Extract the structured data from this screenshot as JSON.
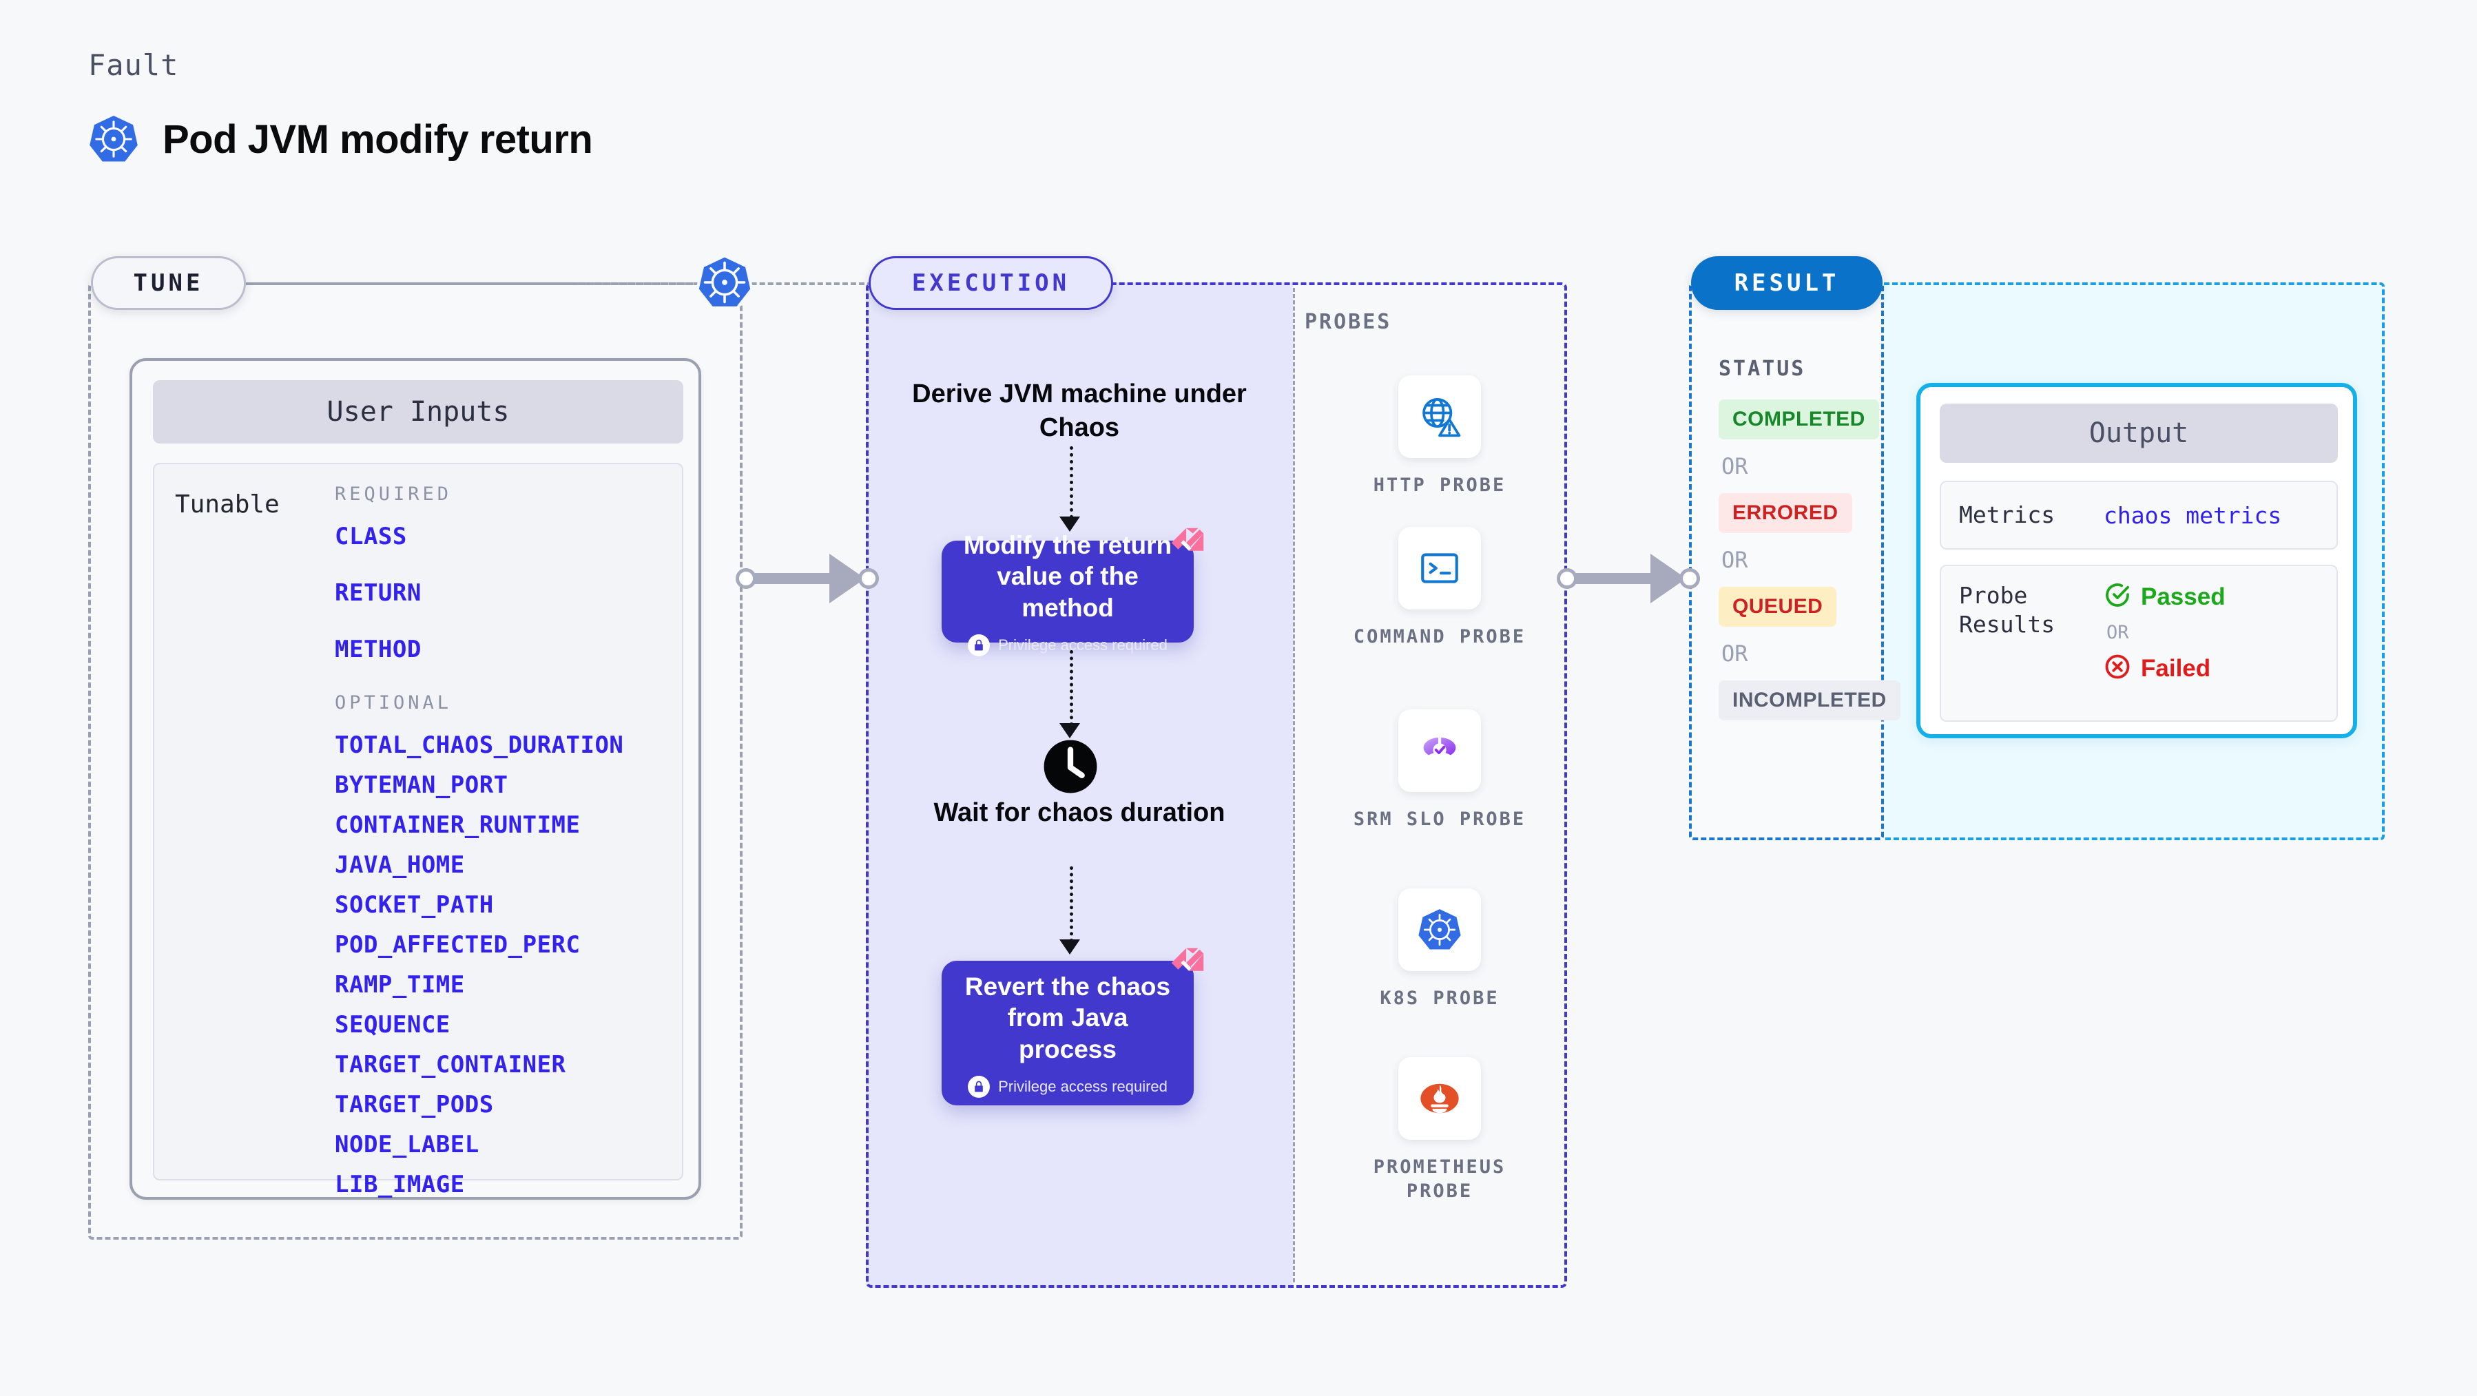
{
  "header": {
    "kicker": "Fault",
    "title": "Pod JVM modify return",
    "icon": "kubernetes-icon"
  },
  "stages": {
    "tune": "TUNE",
    "execution": "EXECUTION",
    "result": "RESULT"
  },
  "tune": {
    "card_title": "User Inputs",
    "tunable_label": "Tunable",
    "required_label": "REQUIRED",
    "optional_label": "OPTIONAL",
    "required": [
      "CLASS",
      "RETURN",
      "METHOD"
    ],
    "optional": [
      "TOTAL_CHAOS_DURATION",
      "BYTEMAN_PORT",
      "CONTAINER_RUNTIME",
      "JAVA_HOME",
      "SOCKET_PATH",
      "POD_AFFECTED_PERC",
      "RAMP_TIME",
      "SEQUENCE",
      "TARGET_CONTAINER",
      "TARGET_PODS",
      "NODE_LABEL",
      "LIB_IMAGE"
    ]
  },
  "execution": {
    "step_derive": "Derive JVM machine under Chaos",
    "action_modify": "Modify the return value of the method",
    "step_wait": "Wait for chaos duration",
    "action_revert": "Revert the chaos from Java process",
    "privilege_note": "Privilege access required"
  },
  "probes": {
    "label": "PROBES",
    "items": [
      {
        "name": "HTTP PROBE",
        "icon": "globe-warning-icon"
      },
      {
        "name": "COMMAND PROBE",
        "icon": "terminal-icon"
      },
      {
        "name": "SRM SLO PROBE",
        "icon": "srm-slo-icon"
      },
      {
        "name": "K8S PROBE",
        "icon": "kubernetes-icon"
      },
      {
        "name": "PROMETHEUS PROBE",
        "icon": "prometheus-icon"
      }
    ]
  },
  "result": {
    "status_label": "STATUS",
    "or": "OR",
    "statuses": [
      {
        "label": "COMPLETED",
        "bg": "#dcf5de",
        "fg": "#17872a"
      },
      {
        "label": "ERRORED",
        "bg": "#fde7e7",
        "fg": "#cc2222"
      },
      {
        "label": "QUEUED",
        "bg": "#fdeec4",
        "fg": "#cc2222"
      },
      {
        "label": "INCOMPLETED",
        "bg": "#eceef3",
        "fg": "#5a6070"
      }
    ],
    "output": {
      "title": "Output",
      "metrics_key": "Metrics",
      "metrics_value": "chaos metrics",
      "probe_results_key": "Probe Results",
      "passed": "Passed",
      "failed": "Failed",
      "or": "OR",
      "passed_color": "#1ba81b",
      "failed_color": "#e01b1b"
    }
  },
  "colors": {
    "accent_purple": "#4338ce",
    "accent_blue": "#0a72c8",
    "accent_cyan": "#16b0e8",
    "param_blue": "#3322ee",
    "pink": "#f8719d"
  }
}
